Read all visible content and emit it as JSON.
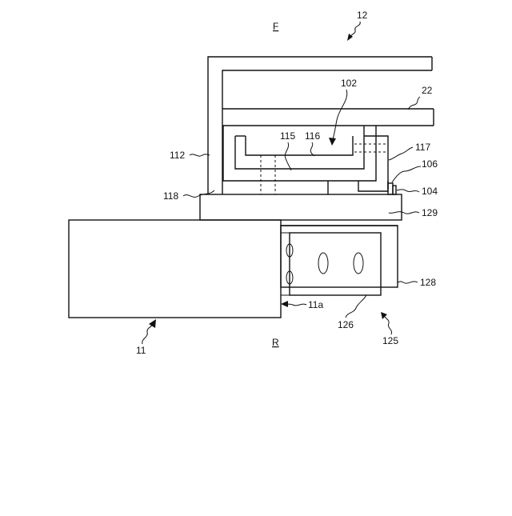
{
  "direction_labels": {
    "front": "F",
    "rear": "R"
  },
  "reference_numerals": {
    "n12": "12",
    "n22": "22",
    "n102": "102",
    "n112": "112",
    "n115": "115",
    "n116": "116",
    "n117": "117",
    "n106": "106",
    "n104": "104",
    "n118": "118",
    "n129": "129",
    "n128": "128",
    "n11a": "11a",
    "n126": "126",
    "n11": "11",
    "n125": "125"
  }
}
